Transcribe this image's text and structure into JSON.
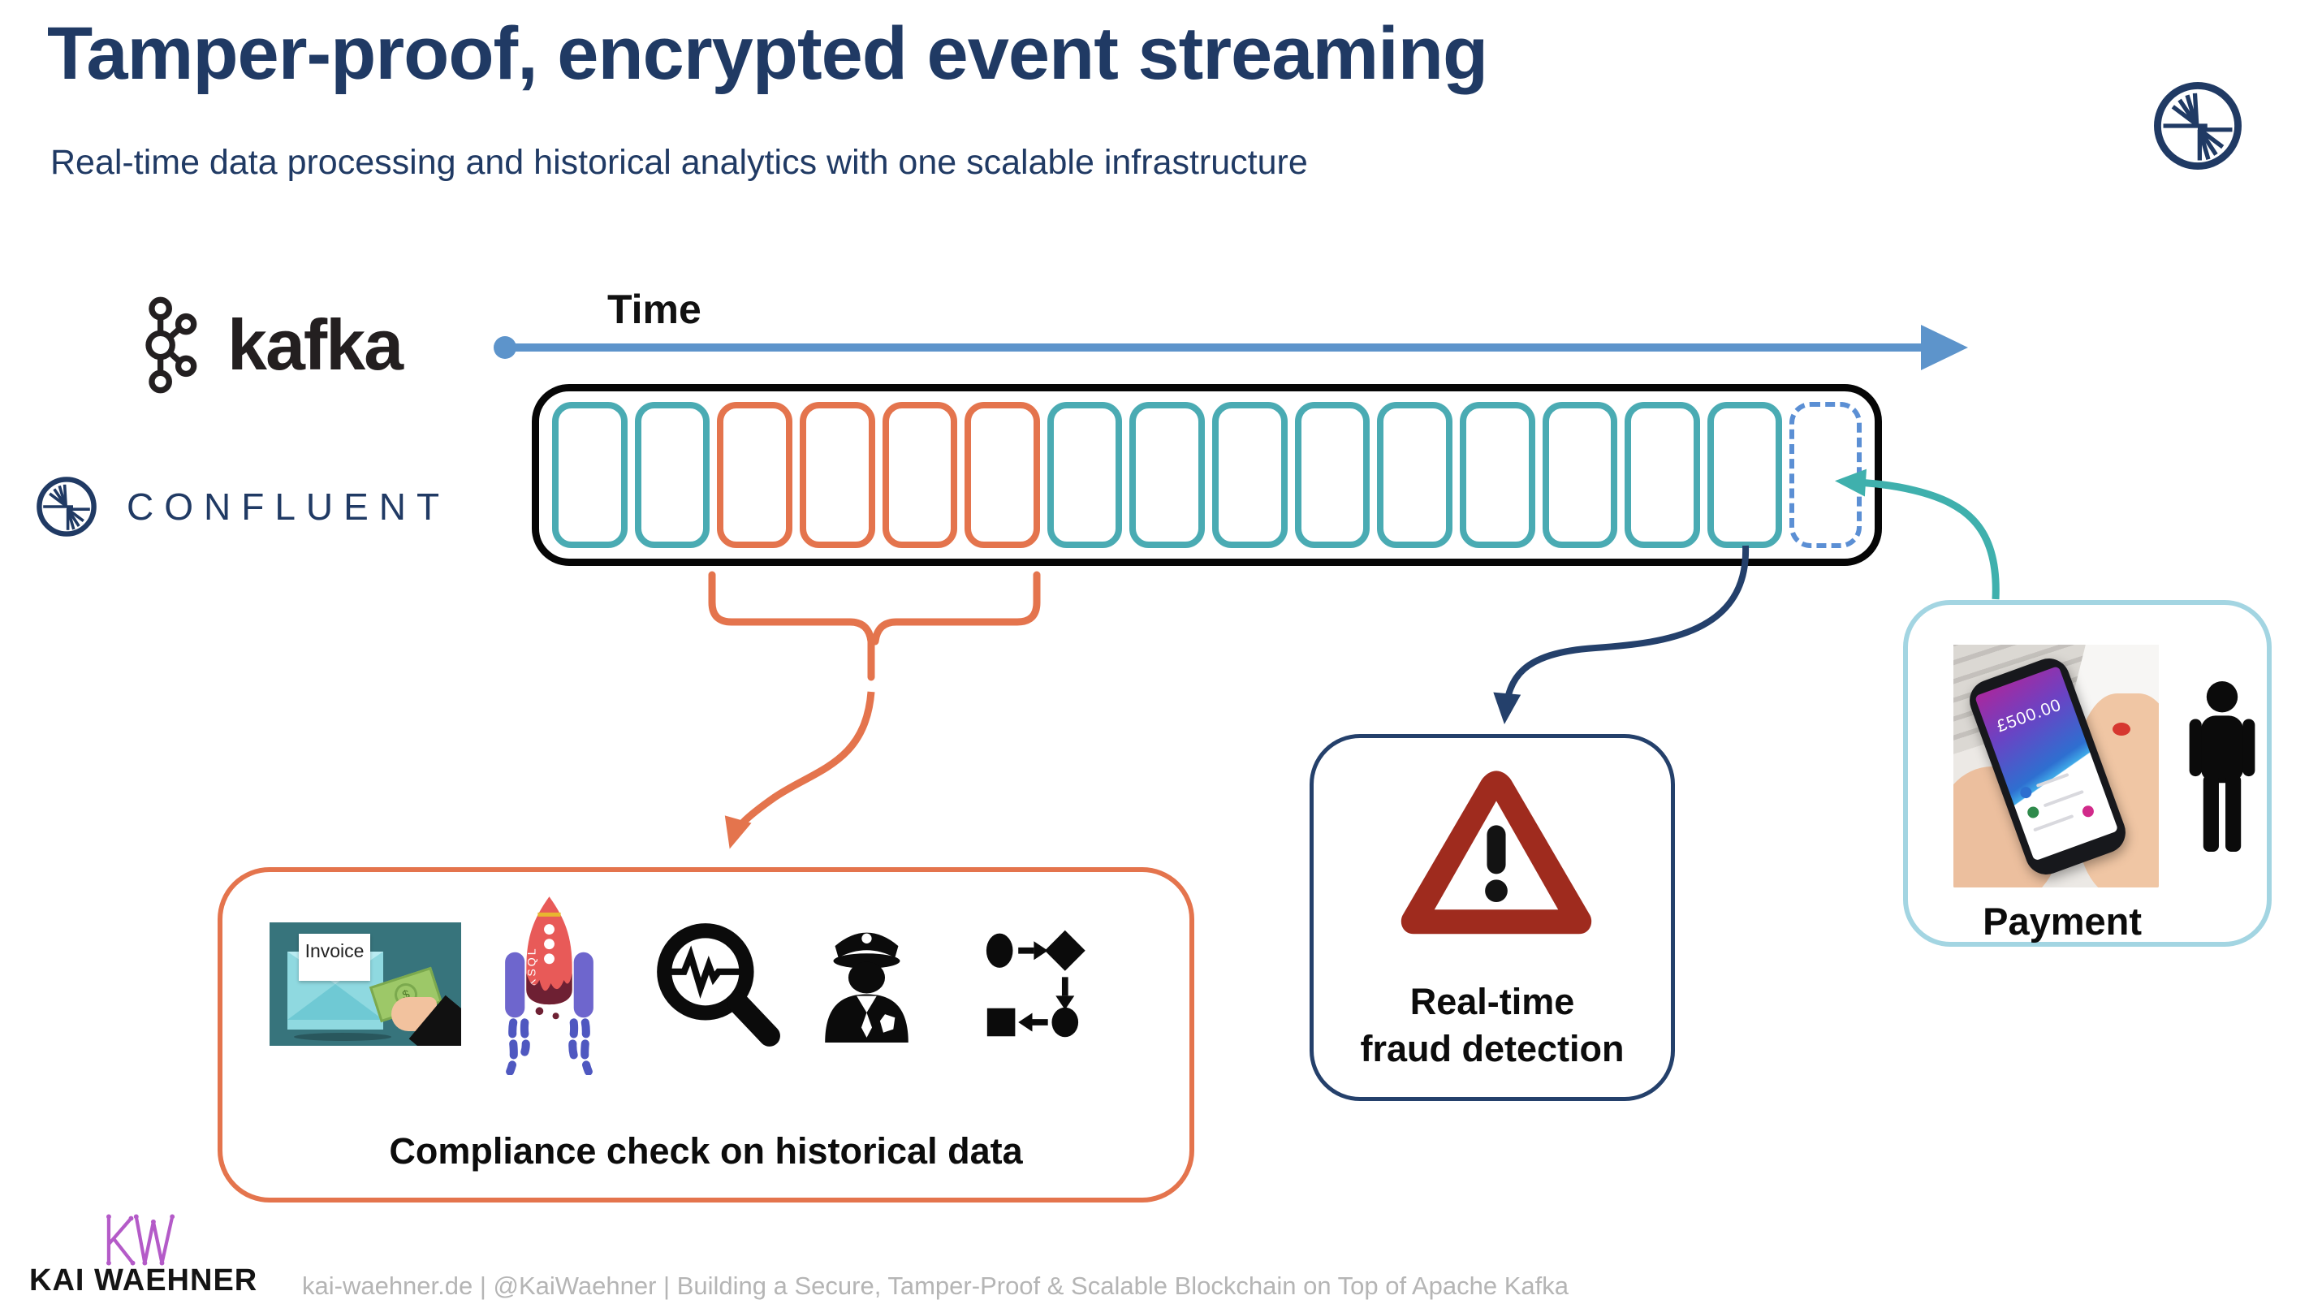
{
  "slide": {
    "title": "Tamper-proof, encrypted event streaming",
    "subtitle": "Real-time data processing and historical analytics with one scalable infrastructure"
  },
  "branding": {
    "kafka_label": "kafka",
    "confluent_label": "CONFLUENT"
  },
  "stream": {
    "time_label": "Time",
    "cells": [
      "teal",
      "teal",
      "orange",
      "orange",
      "orange",
      "orange",
      "teal",
      "teal",
      "teal",
      "teal",
      "teal",
      "teal",
      "teal",
      "teal",
      "teal"
    ],
    "incoming_cell": "dashed"
  },
  "boxes": {
    "compliance": {
      "label": "Compliance check on historical data",
      "invoice_text": "Invoice",
      "rocket_text": "KSQL",
      "money_symbol": "$",
      "icons": [
        "invoice-payment-picture",
        "ksql-rocket-icon",
        "pulse-magnifier-icon",
        "police-officer-icon",
        "flowchart-icon"
      ]
    },
    "fraud": {
      "line1": "Real-time",
      "line2": "fraud detection"
    },
    "payment": {
      "label": "Payment",
      "screen_amount": "£500.00"
    }
  },
  "footer": {
    "brand": "KAI WAEHNER",
    "text": "kai-waehner.de | @KaiWaehner | Building a Secure, Tamper-Proof & Scalable Blockchain on Top of Apache Kafka"
  },
  "colors": {
    "navy": "#203a64",
    "navy_line": "#24406b",
    "ink": "#231f20",
    "teal": "#4aabb3",
    "orange": "#e4744d",
    "arrow_blue": "#5d94cb",
    "dashed_blue": "#5b8fd4",
    "teal_arrow": "#3fb0ad",
    "dark_red": "#9f2b1e",
    "light_blue": "#a3d5e2",
    "purple": "#b45bc8",
    "footer_gray": "#b5b5b5"
  }
}
